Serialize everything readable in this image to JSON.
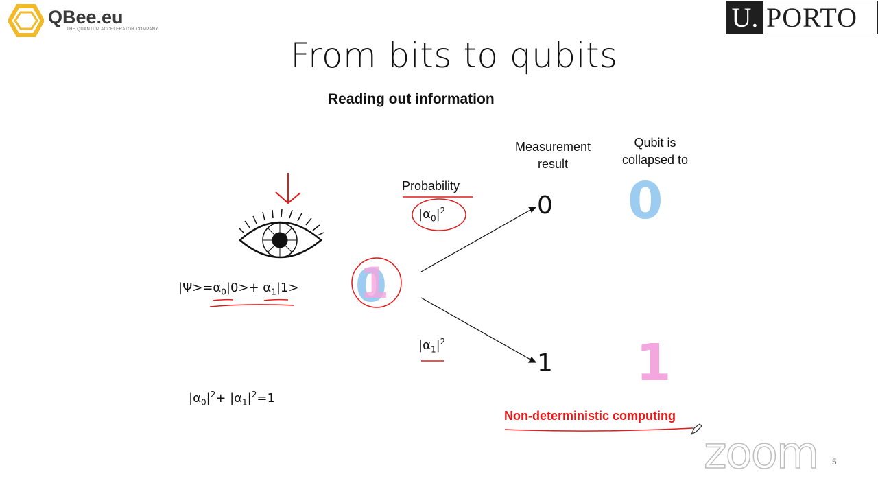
{
  "brand": {
    "name": "QBee.eu",
    "tagline": "THE QUANTUM ACCELERATOR COMPANY"
  },
  "partner_logo": {
    "u": "U.",
    "porto": "PORTO"
  },
  "slide": {
    "title": "From bits to qubits",
    "subtitle": "Reading out information",
    "state_eq": {
      "prefix": "|Ψ>=α",
      "s0": "0",
      "mid": "|0>+ α",
      "s1": "1",
      "suffix": "|1>"
    },
    "norm_eq": {
      "a": "|α",
      "s0": "0",
      "b": "|",
      "p": "2",
      "c": "+ |α",
      "s1": "1",
      "d": "|",
      "e": "=1"
    },
    "probability_label": "Probability",
    "prob0": {
      "a": "|α",
      "s": "0",
      "b": "|",
      "p": "2"
    },
    "prob1": {
      "a": "|α",
      "s": "1",
      "b": "|",
      "p": "2"
    },
    "measurement_label_1": "Measurement",
    "measurement_label_2": "result",
    "collapsed_label_1": "Qubit is",
    "collapsed_label_2": "collapsed to",
    "result_0": "0",
    "result_1": "1",
    "collapsed_0": "0",
    "collapsed_1": "1",
    "superposed_0": "0",
    "superposed_1": "1",
    "annotation": "Non-deterministic computing",
    "page_number": "5"
  },
  "overlay": {
    "watermark": "zoom"
  },
  "colors": {
    "blue_digit": "#9ccdf0",
    "pink_digit": "#f4a6de",
    "annotation_red": "#e31b1b",
    "logo_gold": "#f2b928"
  }
}
